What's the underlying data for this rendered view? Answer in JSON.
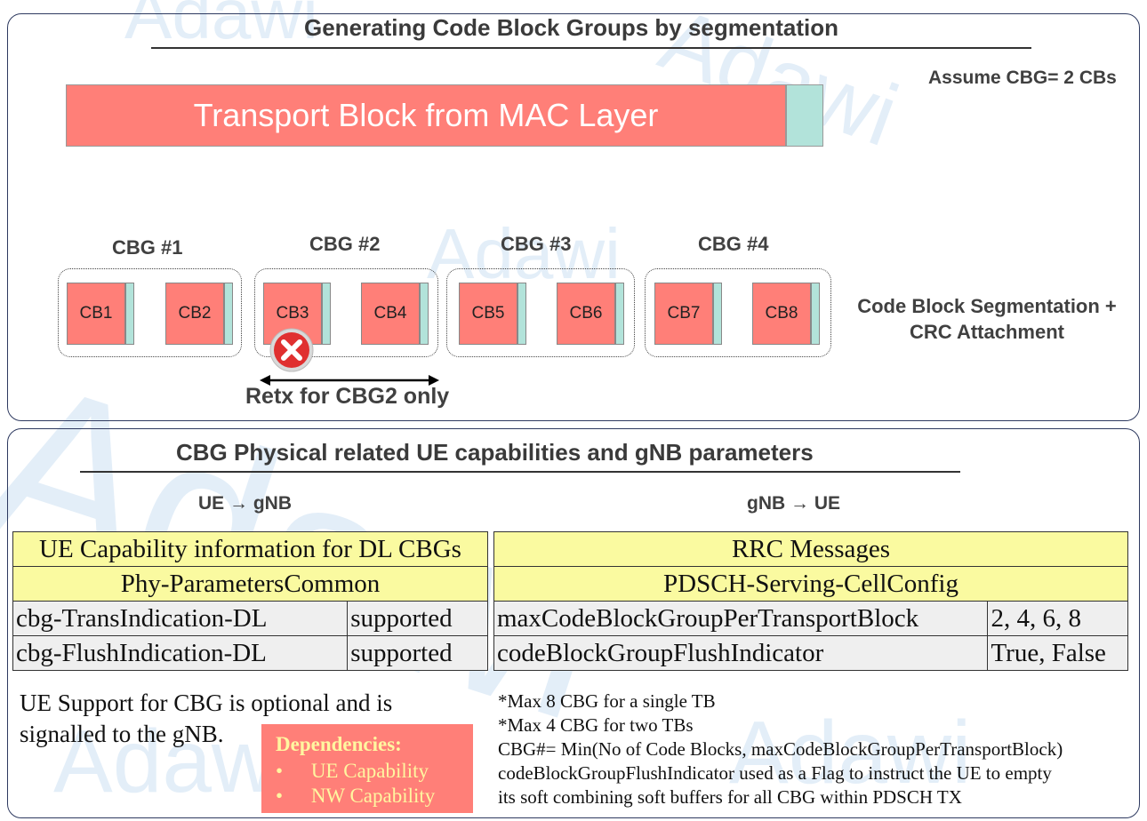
{
  "top": {
    "title": "Generating Code Block Groups by segmentation",
    "assume": "Assume CBG= 2 CBs",
    "transport_block": "Transport Block from MAC Layer",
    "groups": [
      {
        "label": "CBG #1",
        "cbs": [
          "CB1",
          "CB2"
        ]
      },
      {
        "label": "CBG #2",
        "cbs": [
          "CB3",
          "CB4"
        ]
      },
      {
        "label": "CBG #3",
        "cbs": [
          "CB5",
          "CB6"
        ]
      },
      {
        "label": "CBG #4",
        "cbs": [
          "CB7",
          "CB8"
        ]
      }
    ],
    "segmentation_line1": "Code Block Segmentation +",
    "segmentation_line2": "CRC Attachment",
    "retx": "Retx for CBG2 only"
  },
  "bottom": {
    "title": "CBG Physical related UE capabilities and gNB parameters",
    "ue_to_gnb": "UE → gNB",
    "gnb_to_ue": "gNB → UE",
    "left_table": {
      "header1": "UE Capability information for DL CBGs",
      "header2": "Phy-ParametersCommon",
      "rows": [
        {
          "name": "cbg-TransIndication-DL",
          "value": "supported"
        },
        {
          "name": "cbg-FlushIndication-DL",
          "value": "supported"
        }
      ]
    },
    "right_table": {
      "header1": "RRC Messages",
      "header2": "PDSCH-Serving-CellConfig",
      "rows": [
        {
          "name": "maxCodeBlockGroupPerTransportBlock",
          "value": "2, 4, 6, 8"
        },
        {
          "name": "codeBlockGroupFlushIndicator",
          "value": "True, False"
        }
      ]
    },
    "ue_support_line1": "UE Support for CBG is optional and is",
    "ue_support_line2": "signalled to the gNB.",
    "dependencies": {
      "title": "Dependencies:",
      "items": [
        "UE Capability",
        "NW Capability"
      ]
    },
    "notes": [
      "*Max 8 CBG for a single TB",
      "*Max 4 CBG for two TBs",
      "CBG#= Min(No of Code Blocks, maxCodeBlockGroupPerTransportBlock)",
      "codeBlockGroupFlushIndicator used as a Flag to instruct the UE to empty",
      "its soft combining soft buffers for all CBG within PDSCH TX"
    ]
  },
  "watermark": "Adawi"
}
